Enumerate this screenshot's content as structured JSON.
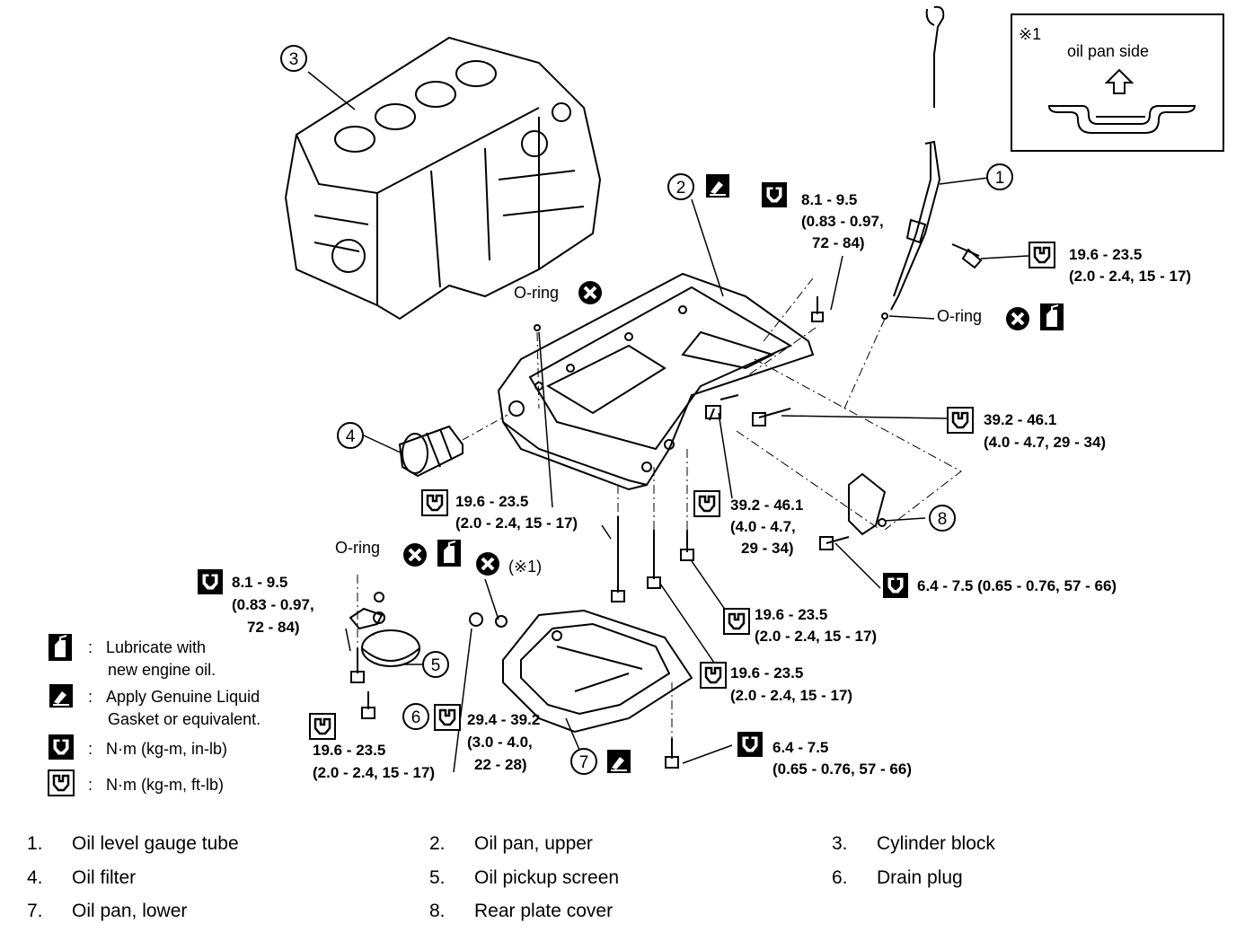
{
  "callouts": {
    "c1": "1",
    "c2": "2",
    "c3": "3",
    "c4": "4",
    "c5": "5",
    "c6": "6",
    "c7": "7",
    "c8": "8"
  },
  "inset": {
    "ref": "※1",
    "label": "oil pan side"
  },
  "torques": {
    "t_upper_pan_inlb": [
      "8.1 - 9.5",
      "(0.83 - 0.97,",
      "72 - 84)"
    ],
    "t_gauge_bolt": [
      "19.6 - 23.5",
      "(2.0 - 2.4, 15 - 17)"
    ],
    "t_rear_bolt_a": [
      "39.2 - 46.1",
      "(4.0 - 4.7,  29 - 34)"
    ],
    "t_pan_bolt_left": [
      "19.6 - 23.5",
      "(2.0 - 2.4, 15 - 17)"
    ],
    "t_rear_bolt_b": [
      "39.2 - 46.1",
      "(4.0 - 4.7,",
      "29 - 34)"
    ],
    "t_plate_bolt": [
      "6.4 - 7.5  (0.65 - 0.76, 57 - 66)"
    ],
    "t_screen_inlb": [
      "8.1 - 9.5",
      "(0.83 - 0.97,",
      "72 - 84)"
    ],
    "t_lower_bolt_a": [
      "19.6 - 23.5",
      "(2.0 - 2.4, 15 - 17)"
    ],
    "t_lower_bolt_b": [
      "19.6 - 23.5",
      "(2.0 - 2.4, 15 - 17)"
    ],
    "t_screen_bolt": [
      "19.6 - 23.5",
      "(2.0 - 2.4, 15 - 17)"
    ],
    "t_drain": [
      "29.4 - 39.2",
      "(3.0 - 4.0,",
      "22 - 28)"
    ],
    "t_lower_inlb": [
      "6.4 - 7.5",
      "(0.65 - 0.76, 57 - 66)"
    ]
  },
  "labels": {
    "oring_a": "O-ring",
    "oring_b": "O-ring",
    "oring_c": "O-ring",
    "ref1": "(※1)"
  },
  "legend": [
    {
      "icon": "oil-can-icon",
      "colon": ":",
      "lines": [
        "Lubricate with",
        "new engine oil."
      ]
    },
    {
      "icon": "gasket-icon",
      "colon": ":",
      "lines": [
        "Apply Genuine Liquid",
        "Gasket or equivalent."
      ]
    },
    {
      "icon": "torque-inlb-icon",
      "colon": ":",
      "lines": [
        "N·m  (kg-m,  in-lb)"
      ]
    },
    {
      "icon": "torque-ftlb-icon",
      "colon": ":",
      "lines": [
        "N·m  (kg-m,  ft-lb)"
      ]
    }
  ],
  "parts": [
    {
      "n": "1.",
      "name": "Oil level gauge tube"
    },
    {
      "n": "2.",
      "name": "Oil pan, upper"
    },
    {
      "n": "3.",
      "name": "Cylinder block"
    },
    {
      "n": "4.",
      "name": "Oil filter"
    },
    {
      "n": "5.",
      "name": "Oil pickup screen"
    },
    {
      "n": "6.",
      "name": "Drain plug"
    },
    {
      "n": "7.",
      "name": "Oil pan, lower"
    },
    {
      "n": "8.",
      "name": "Rear plate cover"
    }
  ]
}
